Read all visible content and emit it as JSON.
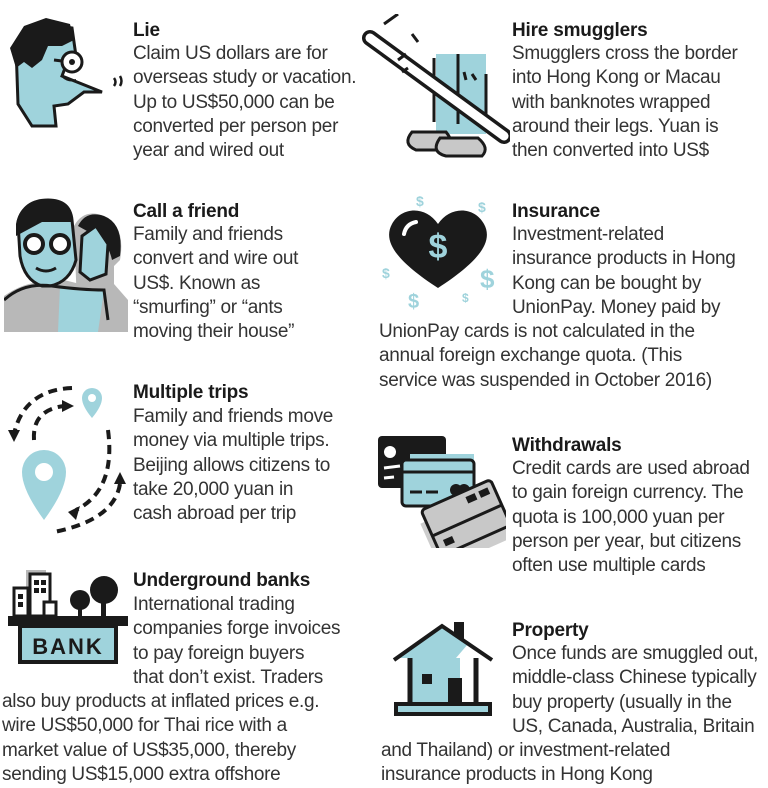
{
  "colors": {
    "accent": "#9fd3dc",
    "ink": "#1a1a1a",
    "grey": "#b8b8b8",
    "text": "#333333"
  },
  "items": [
    {
      "id": "lie",
      "icon": "face-with-glasses-icon",
      "title": "Lie",
      "lines": [
        "Claim US dollars are for",
        "overseas study or vacation.",
        "Up to US$50,000 can be",
        "converted per person per",
        "year and wired out"
      ]
    },
    {
      "id": "hire-smugglers",
      "icon": "legs-wrapped-banknotes-icon",
      "title": "Hire smugglers",
      "lines": [
        "Smugglers cross the border",
        "into Hong Kong or Macau",
        "with banknotes wrapped",
        "around their legs. Yuan is",
        "then converted into US$"
      ]
    },
    {
      "id": "call-a-friend",
      "icon": "two-people-icon",
      "title": "Call a friend",
      "lines": [
        "Family and friends",
        "convert and wire out",
        "US$. Known as",
        "“smurfing” or “ants",
        "moving their house”"
      ]
    },
    {
      "id": "insurance",
      "icon": "heart-dollar-icon",
      "title": "Insurance",
      "lines": [
        "Investment-related",
        "insurance products in Hong",
        "Kong can be bought by",
        "UnionPay. Money paid by"
      ],
      "wide_lines": [
        "UnionPay cards is not calculated in the",
        "annual foreign exchange quota. (This",
        "service was suspended in October 2016)"
      ]
    },
    {
      "id": "multiple-trips",
      "icon": "map-pins-dashed-arrows-icon",
      "title": "Multiple trips",
      "lines": [
        "Family and friends move",
        "money via multiple trips.",
        "Beijing allows citizens to",
        "take 20,000 yuan in",
        "cash abroad per trip"
      ]
    },
    {
      "id": "withdrawals",
      "icon": "credit-cards-icon",
      "title": "Withdrawals",
      "lines": [
        "Credit cards are used abroad",
        "to gain foreign currency. The",
        "quota is 100,000 yuan per",
        "person per year, but citizens",
        "often use multiple cards"
      ]
    },
    {
      "id": "underground-banks",
      "icon": "bank-building-icon",
      "icon_label": "BANK",
      "title": "Underground banks",
      "lines": [
        "International trading",
        "companies forge invoices",
        "to pay foreign buyers",
        "that don’t exist. Traders"
      ],
      "wide_lines": [
        "also buy products at inflated prices e.g.",
        "wire US$50,000 for Thai rice with a",
        "market value of US$35,000, thereby",
        "sending US$15,000 extra offshore"
      ]
    },
    {
      "id": "property",
      "icon": "house-icon",
      "title": "Property",
      "lines": [
        "Once funds are smuggled out,",
        "middle-class Chinese typically",
        "buy property (usually in the",
        "US, Canada, Australia, Britain"
      ],
      "wide_lines": [
        "and Thailand) or investment-related",
        "insurance products in Hong Kong"
      ]
    }
  ]
}
